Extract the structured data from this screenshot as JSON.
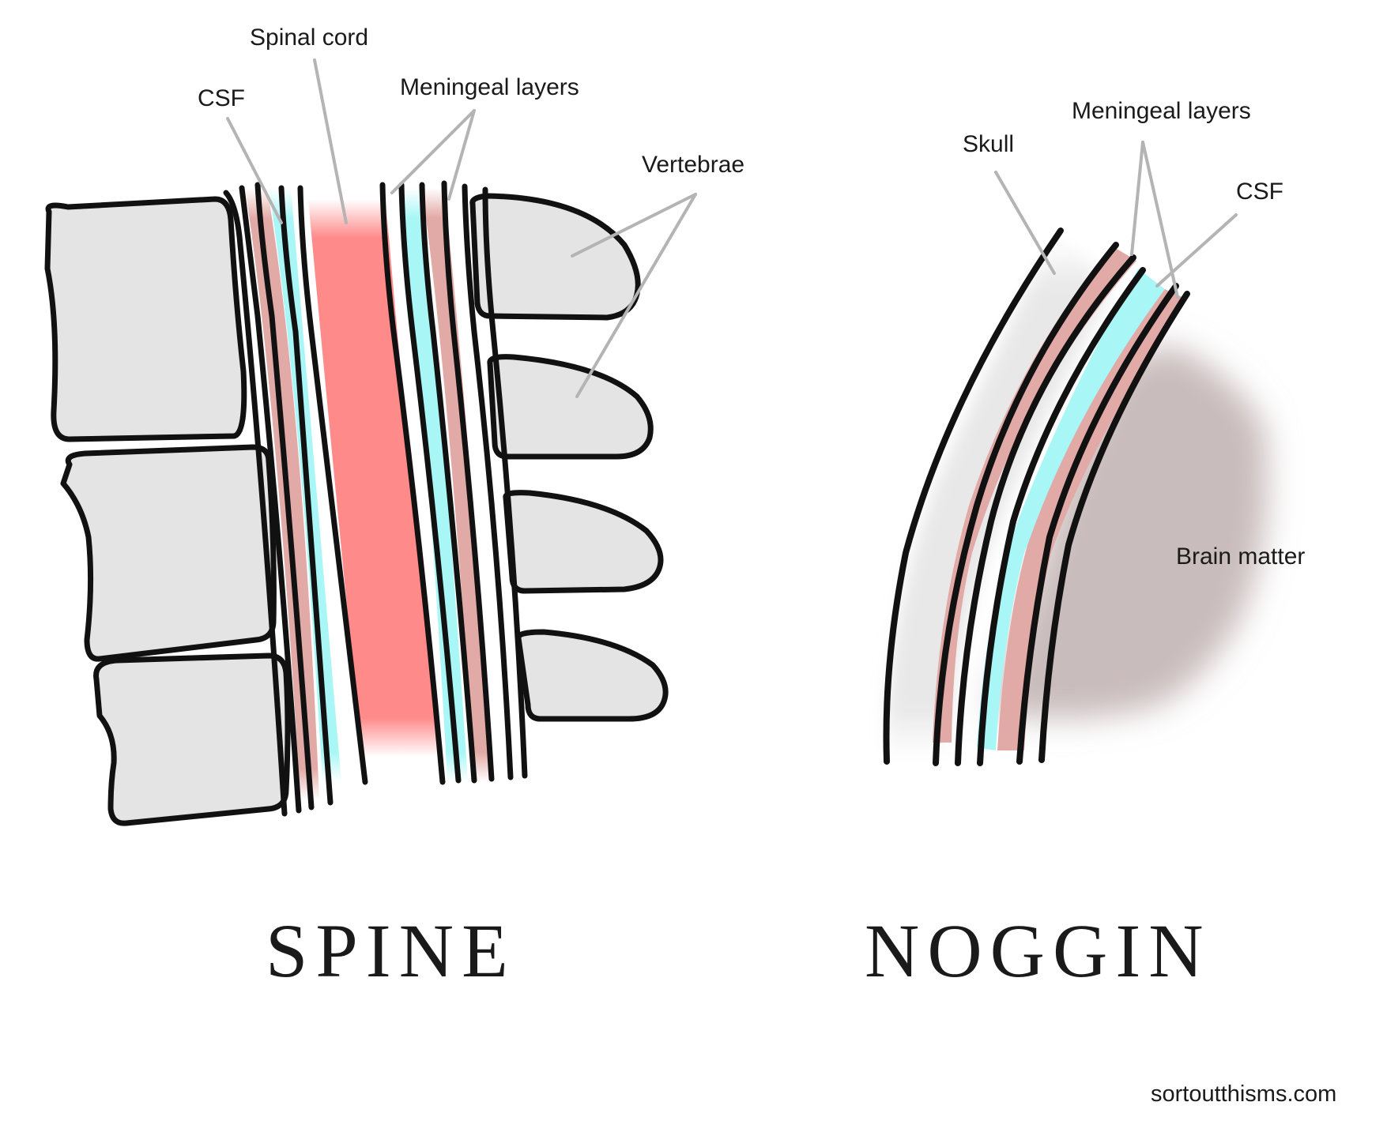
{
  "spine": {
    "title": "SPINE",
    "labels": {
      "spinal_cord": "Spinal cord",
      "csf": "CSF",
      "meningeal_layers": "Meningeal layers",
      "vertebrae": "Vertebrae"
    }
  },
  "noggin": {
    "title": "NOGGIN",
    "labels": {
      "skull": "Skull",
      "meningeal_layers": "Meningeal layers",
      "csf": "CSF",
      "brain_matter": "Brain matter"
    }
  },
  "footer": {
    "site": "sortoutthisms.com"
  },
  "colors": {
    "bone": "#e4e4e4",
    "spinal_cord": "#ff8a8a",
    "meninges": "#e2aaa6",
    "csf": "#a8f7f6",
    "brain_matter": "#c9bcbc",
    "leader": "#b4b4b4",
    "ink": "#111111"
  }
}
